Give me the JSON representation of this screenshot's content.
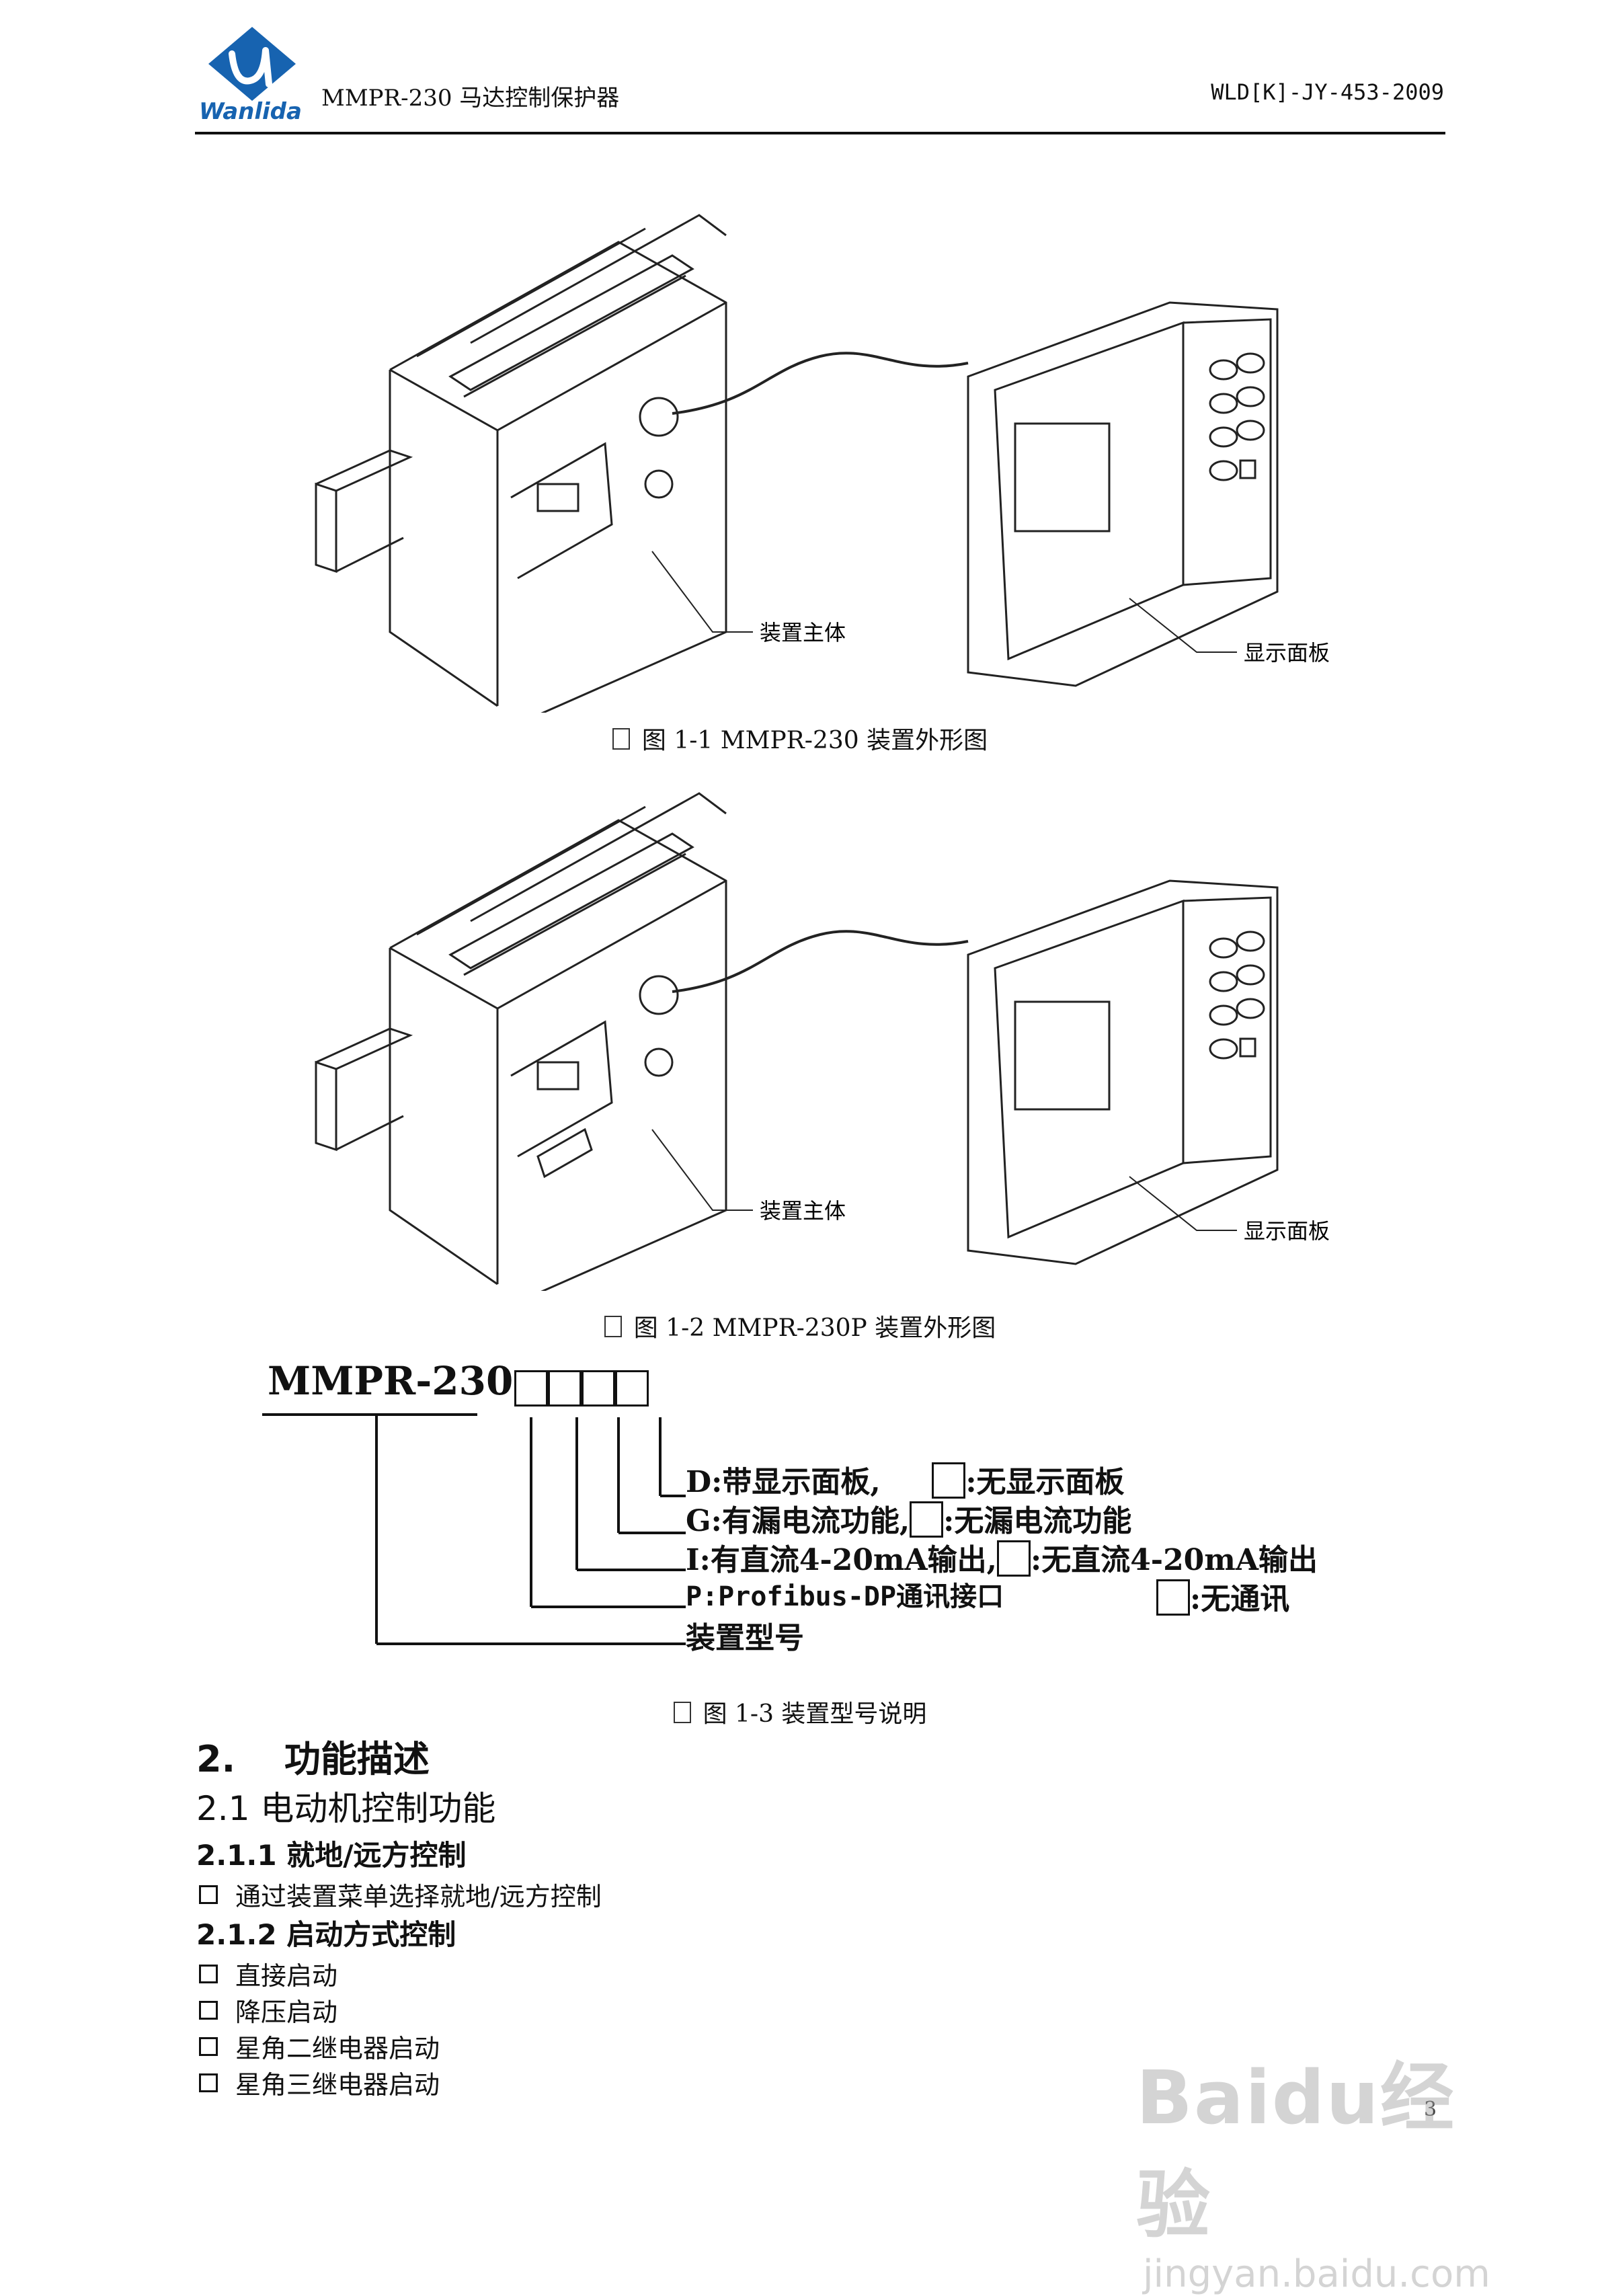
{
  "header": {
    "logo_text": "Wanlida",
    "title": "MMPR-230 马达控制保护器",
    "doc_code": "WLD[K]-JY-453-2009"
  },
  "figure1": {
    "label_body": "装置主体",
    "label_panel": "显示面板",
    "caption": "图 1-1 MMPR-230 装置外形图"
  },
  "figure2": {
    "label_body": "装置主体",
    "label_panel": "显示面板",
    "caption": "图 1-2 MMPR-230P 装置外形图"
  },
  "figure3": {
    "model": "MMPR-230",
    "lines": {
      "d_opt": "D:带显示面板,",
      "d_none": ":无显示面板",
      "g_opt": "G:有漏电流功能,",
      "g_none": ":无漏电流功能",
      "i_opt": "I:有直流4-20mA输出,",
      "i_none": ":无直流4-20mA输出",
      "p_opt": "P:Profibus-DP通讯接口",
      "p_none": ":无通讯",
      "type": "装置型号"
    },
    "caption": "图 1-3 装置型号说明"
  },
  "section": {
    "h1": "2.　 功能描述",
    "h2": "2.1 电动机控制功能",
    "h3_1": "2.1.1 就地/远方控制",
    "b1": "通过装置菜单选择就地/远方控制",
    "h3_2": "2.1.2 启动方式控制",
    "b2": "直接启动",
    "b3": "降压启动",
    "b4": "星角二继电器启动",
    "b5": "星角三继电器启动"
  },
  "page_number": "3",
  "watermark": {
    "brand": "Baidu经验",
    "url": "jingyan.baidu.com"
  }
}
